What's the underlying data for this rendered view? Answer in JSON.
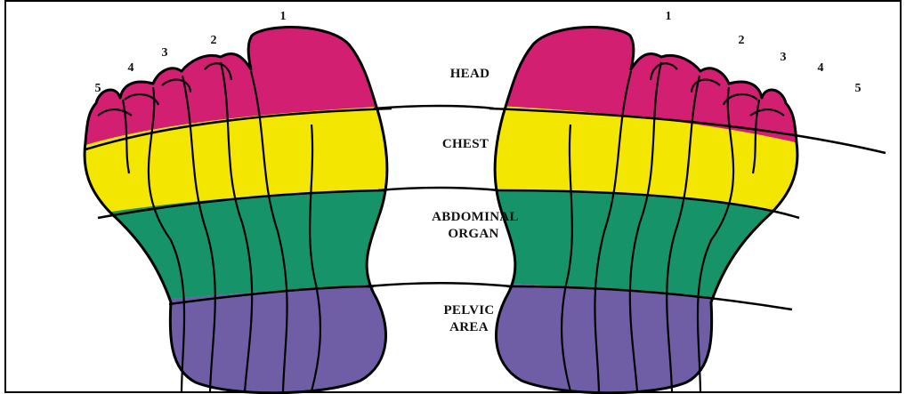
{
  "zones": {
    "head": "HEAD",
    "chest": "CHEST",
    "abdominal_line1": "ABDOMINAL",
    "abdominal_line2": "ORGAN",
    "pelvic_line1": "PELVIC",
    "pelvic_line2": "AREA"
  },
  "toes": {
    "left": [
      "1",
      "2",
      "3",
      "4",
      "5"
    ],
    "right": [
      "1",
      "2",
      "3",
      "4",
      "5"
    ]
  },
  "colors": {
    "head": "#d21f72",
    "chest": "#f3e600",
    "abdominal": "#17936a",
    "pelvic": "#6f5ea6",
    "outline": "#000000",
    "border": "#000000"
  }
}
